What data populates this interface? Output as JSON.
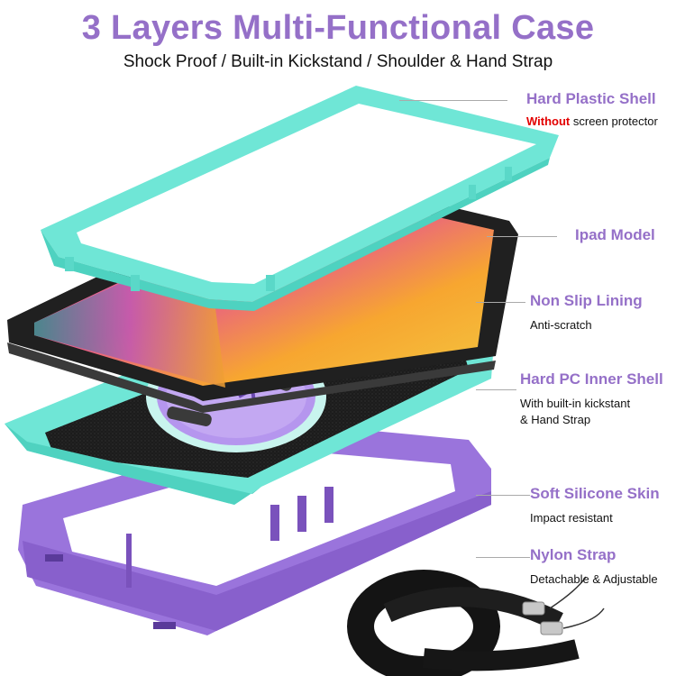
{
  "header": {
    "title": "3 Layers Multi-Functional Case",
    "subtitle": "Shock Proof / Built-in Kickstand / Shoulder & Hand Strap"
  },
  "colors": {
    "title_purple": "#9570c8",
    "teal_shell": "#6ee8d8",
    "purple_skin": "#a07ce0",
    "warning_red": "#e30000",
    "callout_line": "#aaaaaa"
  },
  "callouts": [
    {
      "heading": "Hard Plastic Shell",
      "desc_highlight": "Without",
      "desc": " screen protector"
    },
    {
      "heading": "Ipad Model"
    },
    {
      "heading": "Non Slip Lining",
      "desc": "Anti-scratch"
    },
    {
      "heading": "Hard PC Inner Shell",
      "desc_line1": "With built-in kickstant",
      "desc_line2": "& Hand Strap"
    },
    {
      "heading": "Soft Silicone Skin",
      "desc": "Impact resistant"
    },
    {
      "heading": "Nylon Strap",
      "desc": "Detachable & Adjustable"
    }
  ]
}
